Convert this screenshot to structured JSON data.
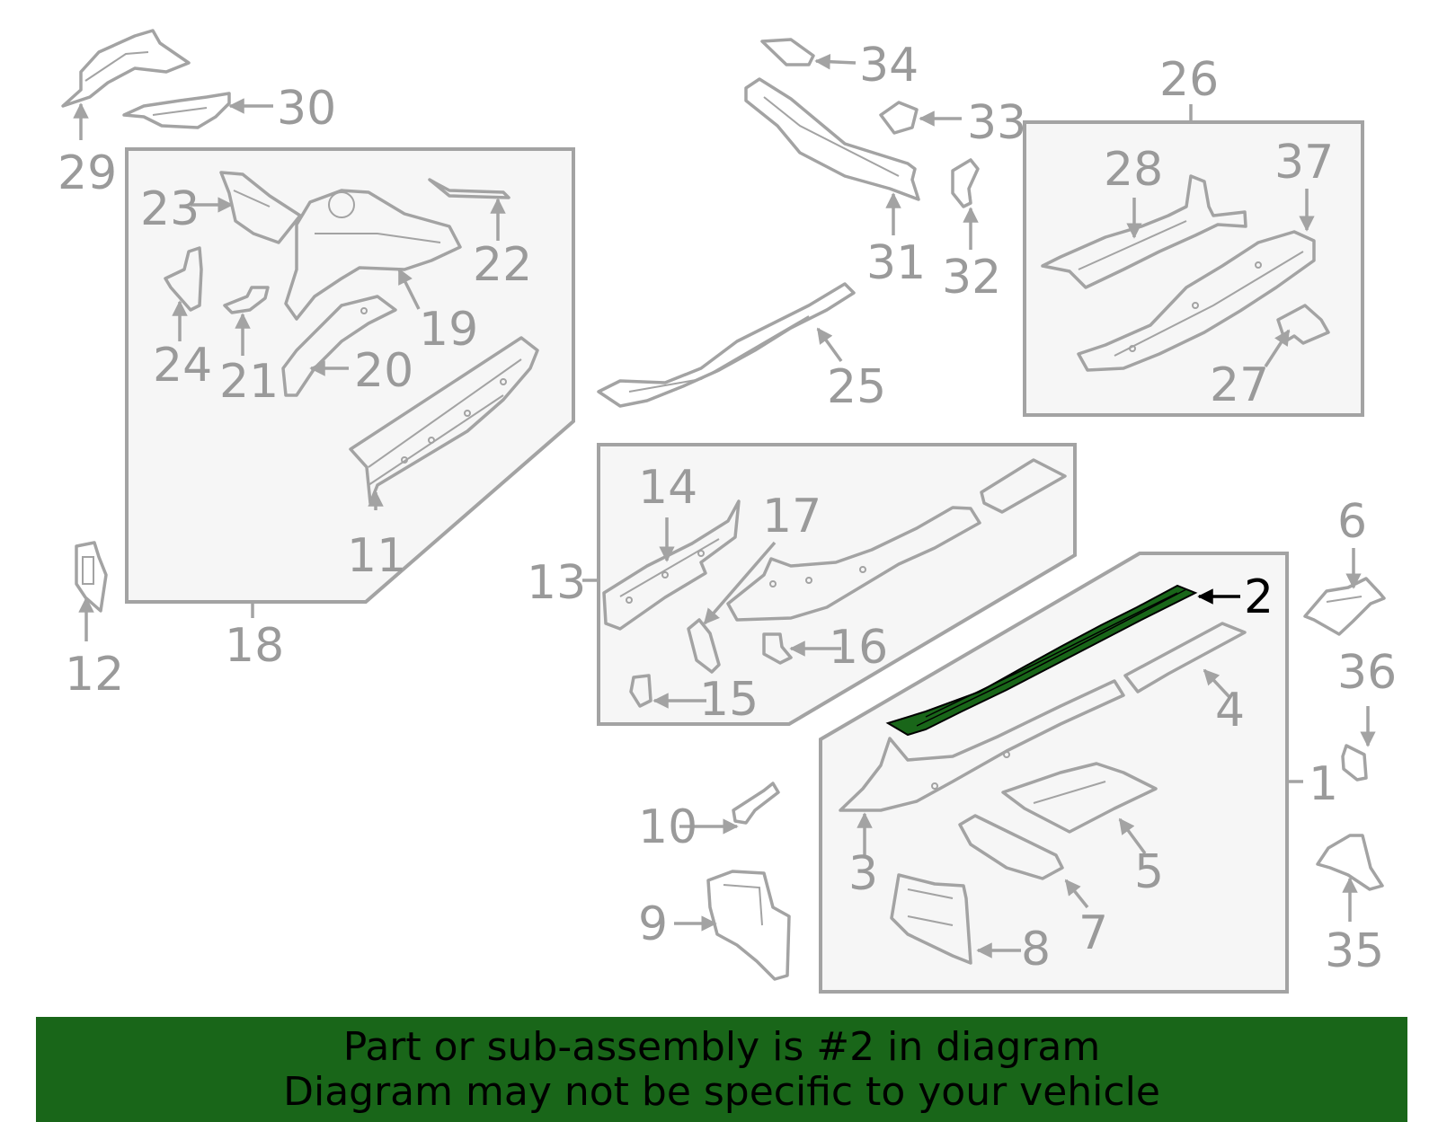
{
  "diagram": {
    "highlighted_part": "2",
    "highlight_color": "#196619",
    "line_color": "#a3a3a3",
    "callouts": {
      "c1": "1",
      "c2": "2",
      "c3": "3",
      "c4": "4",
      "c5": "5",
      "c6": "6",
      "c7": "7",
      "c8": "8",
      "c9": "9",
      "c10": "10",
      "c11": "11",
      "c12": "12",
      "c13": "13",
      "c14": "14",
      "c15": "15",
      "c16": "16",
      "c17": "17",
      "c18": "18",
      "c19": "19",
      "c20": "20",
      "c21": "21",
      "c22": "22",
      "c23": "23",
      "c24": "24",
      "c25": "25",
      "c26": "26",
      "c27": "27",
      "c28": "28",
      "c29": "29",
      "c30": "30",
      "c31": "31",
      "c32": "32",
      "c33": "33",
      "c34": "34",
      "c35": "35",
      "c36": "36",
      "c37": "37"
    }
  },
  "banner": {
    "line1": "Part or sub-assembly is #2 in diagram",
    "line2": "Diagram may not be specific to your vehicle",
    "color": "#196619"
  }
}
